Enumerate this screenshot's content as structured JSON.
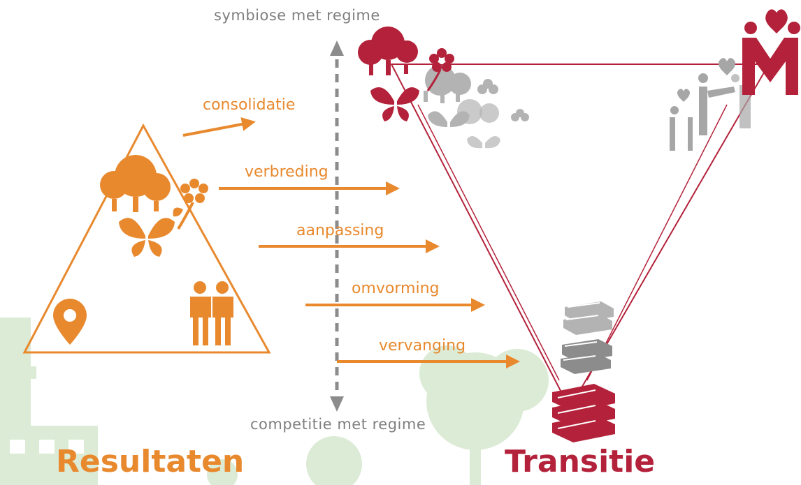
{
  "axis": {
    "top_label": "symbiose met regime",
    "bottom_label": "competitie met regime"
  },
  "strategies": [
    {
      "label": "consolidatie"
    },
    {
      "label": "verbreding"
    },
    {
      "label": "aanpassing"
    },
    {
      "label": "omvorming"
    },
    {
      "label": "vervanging"
    }
  ],
  "titles": {
    "left": "Resultaten",
    "right": "Transitie"
  },
  "colors": {
    "orange": "#e8892e",
    "red": "#b3223a",
    "grey": "#a6a6a6",
    "light_green": "#dcebd5",
    "axis_grey": "#8c8c8c"
  },
  "icons": {
    "left_triangle": [
      "trees-icon",
      "flower-icon",
      "butterfly-icon",
      "location-pin-icon",
      "people-icon"
    ],
    "right_triangle": [
      "trees-icon",
      "flower-icon",
      "butterfly-icon",
      "people-heart-icon",
      "books-icon"
    ]
  }
}
